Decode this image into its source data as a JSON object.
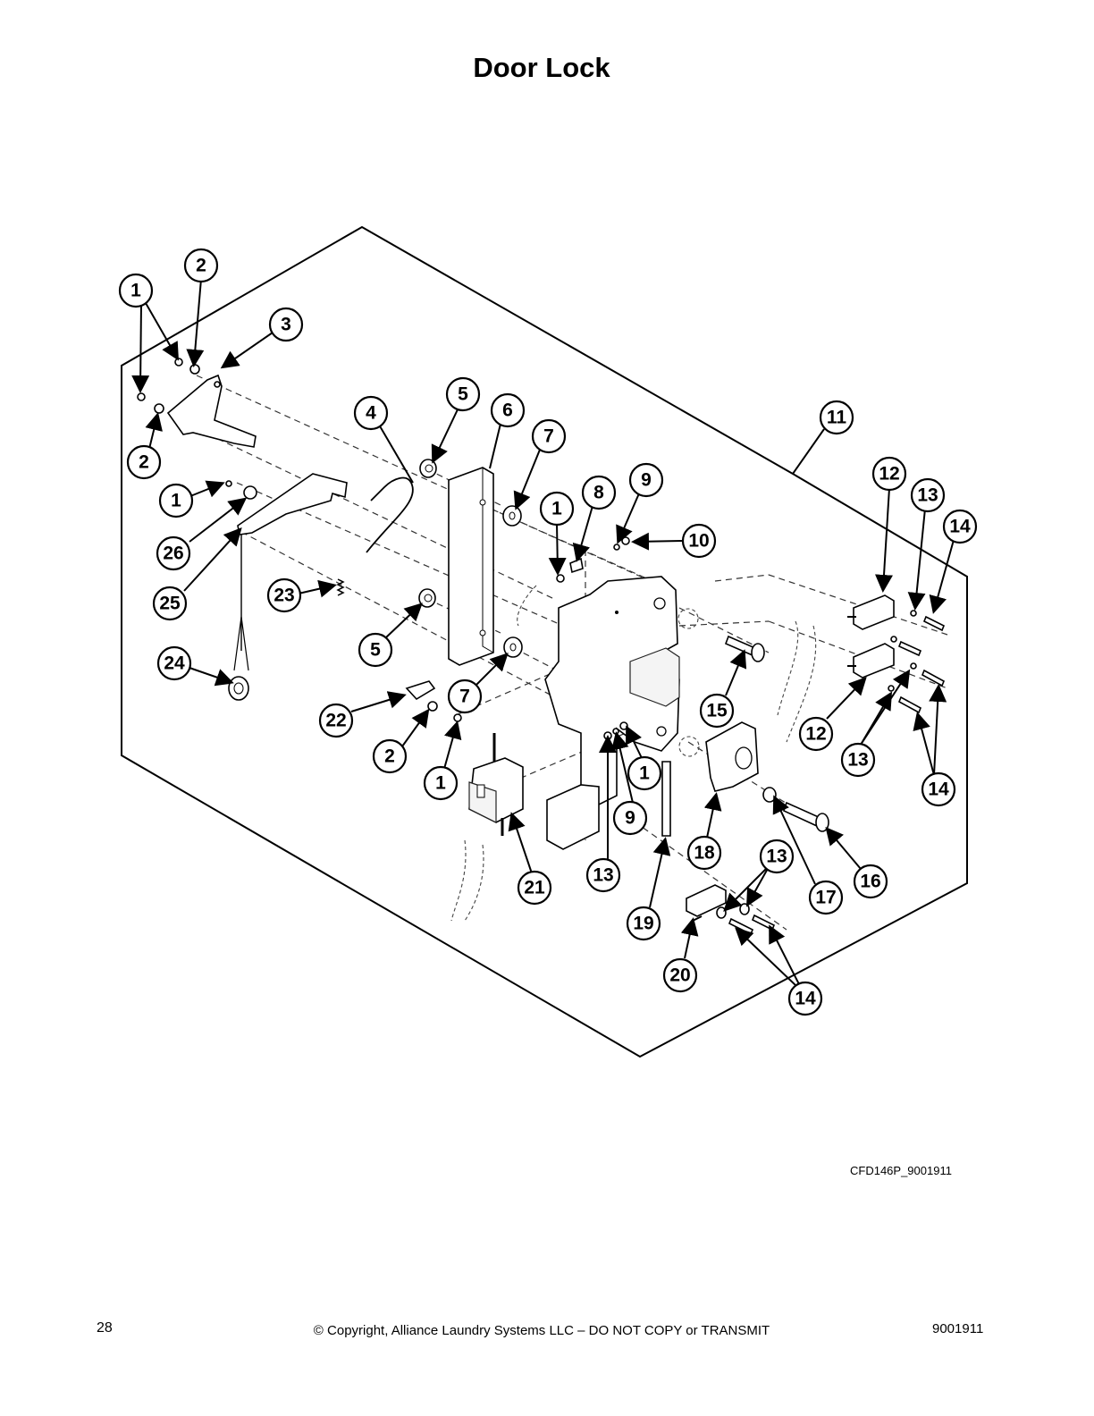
{
  "page": {
    "title": "Door Lock",
    "drawing_code": "CFD146P_9001911",
    "footer": {
      "page_number": "28",
      "copyright": "© Copyright, Alliance Laundry Systems LLC – DO NOT COPY or TRANSMIT",
      "document_number": "9001911"
    }
  },
  "callouts": {
    "c1a": "1",
    "c1b": "1",
    "c1c": "1",
    "c1d": "1",
    "c1e": "1",
    "c2a": "2",
    "c2b": "2",
    "c2c": "2",
    "c3": "3",
    "c4": "4",
    "c5a": "5",
    "c5b": "5",
    "c6": "6",
    "c7a": "7",
    "c7b": "7",
    "c8": "8",
    "c9a": "9",
    "c9b": "9",
    "c10": "10",
    "c11": "11",
    "c12a": "12",
    "c12b": "12",
    "c13a": "13",
    "c13b": "13",
    "c13c": "13",
    "c13d": "13",
    "c14a": "14",
    "c14b": "14",
    "c14c": "14",
    "c15": "15",
    "c16": "16",
    "c17": "17",
    "c18": "18",
    "c19": "19",
    "c20": "20",
    "c21": "21",
    "c22": "22",
    "c23": "23",
    "c24": "24",
    "c25": "25",
    "c26": "26"
  }
}
